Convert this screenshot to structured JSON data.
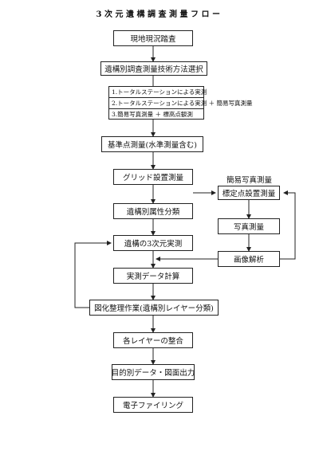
{
  "title": "3次元遺構調査測量フロー",
  "main_steps": [
    "現地現況踏査",
    "遺構別調査測量技術方法選択",
    "基準点測量(水準測量含む)",
    "グリッド設置測量",
    "遺構別属性分類",
    "遺構の3次元実測",
    "実測データ計算",
    "図化整理作業(遺構別レイヤー分類)",
    "各レイヤーの整合",
    "目的別データ・図面出力",
    "電子ファイリング"
  ],
  "method_options": [
    "1.トータルステーションによる実測",
    "2.トータルステーションによる実測 ＋ 簡易写真測量",
    "3.簡易写真測量 ＋ 標高点観測"
  ],
  "photo_branch": {
    "label": "簡易写真測量",
    "steps": [
      "標定点設置測量",
      "写真測量",
      "画像解析"
    ]
  }
}
